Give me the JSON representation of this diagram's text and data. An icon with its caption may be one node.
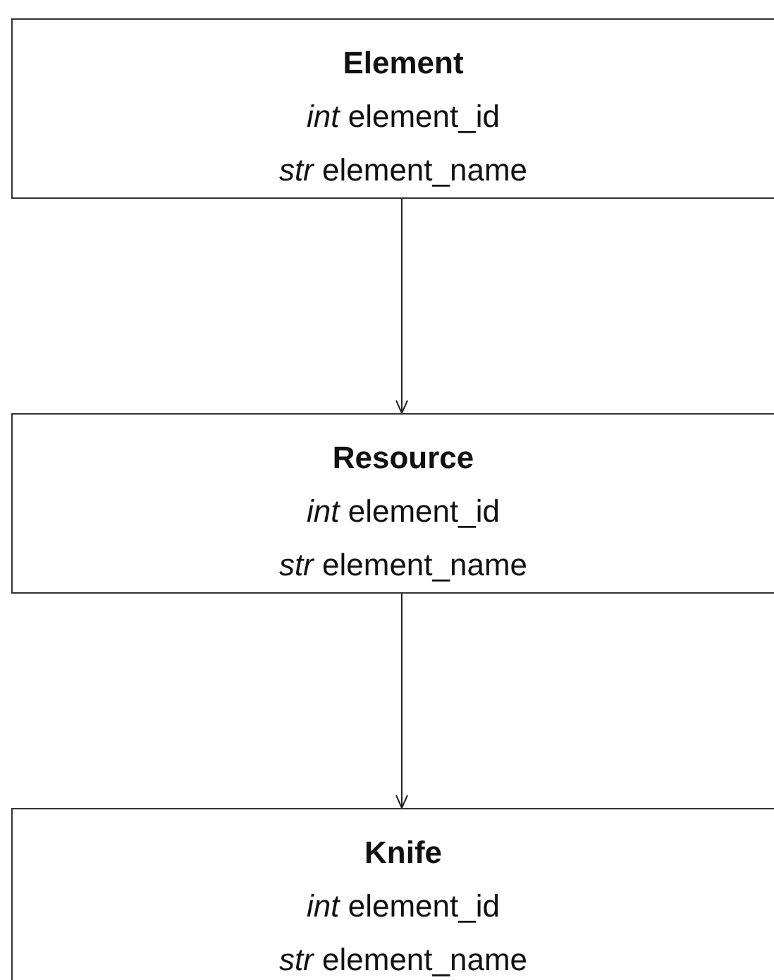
{
  "diagram": {
    "nodes": [
      {
        "text": [
          "Element",
          "*int* element_id",
          "*str* element_name"
        ]
      },
      {
        "text": [
          "Resource",
          "*int* element_id",
          "*str* element_name"
        ]
      },
      {
        "text": [
          "Knife",
          "*int* element_id",
          "*str* element_name"
        ]
      }
    ],
    "edges": [
      {
        "from": 0,
        "to": 1,
        "arrow": "to"
      },
      {
        "from": 1,
        "to": 2,
        "arrow": "to"
      }
    ]
  }
}
